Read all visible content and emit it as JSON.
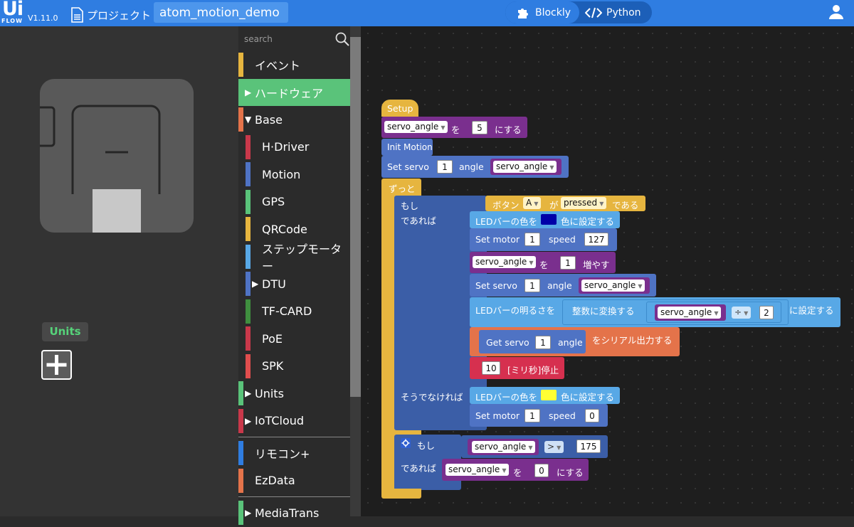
{
  "header": {
    "logo_main": "Ui",
    "logo_sub": "FLOW",
    "version": "V1.11.0",
    "project_label": "プロジェクト",
    "project_name": "atom_motion_demo",
    "mode_blockly": "Blockly",
    "mode_python": "Python"
  },
  "left_panel": {
    "units_label": "Units"
  },
  "palette": {
    "search_placeholder": "search",
    "categories": [
      {
        "label": "イベント",
        "color": "#e6b53f",
        "arrow": ""
      },
      {
        "label": "ハードウェア",
        "color": "#5ac37a",
        "arrow": "▶",
        "active": true
      },
      {
        "label": "Base",
        "color": "#e4734a",
        "arrow": "▼"
      },
      {
        "label": "H·Driver",
        "color": "#c9384a",
        "arrow": "",
        "sub": true
      },
      {
        "label": "Motion",
        "color": "#4f73c4",
        "arrow": "",
        "sub": true
      },
      {
        "label": "GPS",
        "color": "#5ac37a",
        "arrow": "",
        "sub": true
      },
      {
        "label": "QRCode",
        "color": "#e6b53f",
        "arrow": "",
        "sub": true
      },
      {
        "label": "ステップモーター",
        "color": "#58a8e6",
        "arrow": "",
        "sub": true
      },
      {
        "label": "DTU",
        "color": "#4f73c4",
        "arrow": "▶",
        "sub": true
      },
      {
        "label": "TF-CARD",
        "color": "#3f8f3f",
        "arrow": "",
        "sub": true
      },
      {
        "label": "PoE",
        "color": "#c9384a",
        "arrow": "",
        "sub": true
      },
      {
        "label": "SPK",
        "color": "#e04d4d",
        "arrow": "",
        "sub": true
      },
      {
        "label": "Units",
        "color": "#5ac37a",
        "arrow": "▶"
      },
      {
        "label": "IoTCloud",
        "color": "#c9384a",
        "arrow": "▶"
      },
      {
        "label": "リモコン+",
        "color": "#2f7de1",
        "arrow": ""
      },
      {
        "label": "EzData",
        "color": "#e4734a",
        "arrow": ""
      },
      {
        "label": "MediaTrans",
        "color": "#5ac37a",
        "arrow": "▶"
      }
    ]
  },
  "blocks": {
    "setup": "Setup",
    "servo_angle": "servo_angle",
    "wo": "を",
    "val_5": "5",
    "ni_suru": "にする",
    "init_motion": "Init Motion",
    "set_servo": "Set servo",
    "val_1": "1",
    "angle": "angle",
    "forever": "ずっと",
    "moshi": "もし",
    "deareba": "であれば",
    "button": "ボタン",
    "btn_a": "A",
    "ga": "が",
    "pressed": "pressed",
    "dearu": "である",
    "led_color": "LEDバーの色を",
    "iro_settei": "色に設定する",
    "set_motor": "Set motor",
    "speed": "speed",
    "val_127": "127",
    "fuyasu": "増やす",
    "led_brightness": "LEDバーの明るさを",
    "to_int": "整数に変換する",
    "div": "÷",
    "val_2": "2",
    "ni_settei": "に設定する",
    "get_servo": "Get servo",
    "serial_out": "をシリアル出力する",
    "val_10": "10",
    "ms_stop": "[ミリ秒]停止",
    "else": "そうでなければ",
    "val_0": "0",
    "gt": ">",
    "val_175": "175",
    "col_blue": "#0000a8",
    "col_yellow": "#ffff33"
  }
}
